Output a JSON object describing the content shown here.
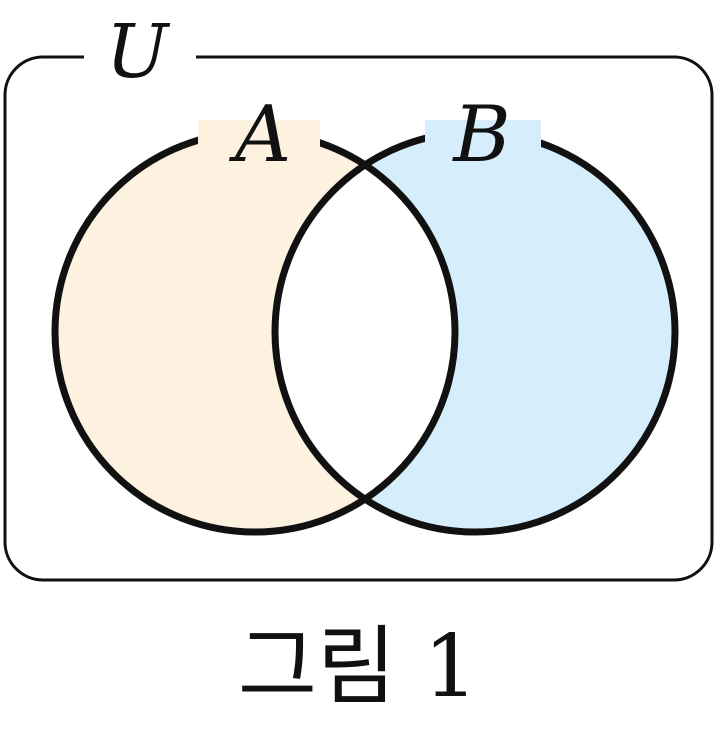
{
  "diagram": {
    "universe_label": "U",
    "set_a_label": "A",
    "set_b_label": "B",
    "caption": "그림 1",
    "shading": {
      "a_only": true,
      "b_only": true,
      "intersection": false
    },
    "colors": {
      "set_a_fill": "#fdf1df",
      "set_b_fill": "#d6eefb",
      "intersection_fill": "#ffffff",
      "stroke": "#111111"
    }
  }
}
